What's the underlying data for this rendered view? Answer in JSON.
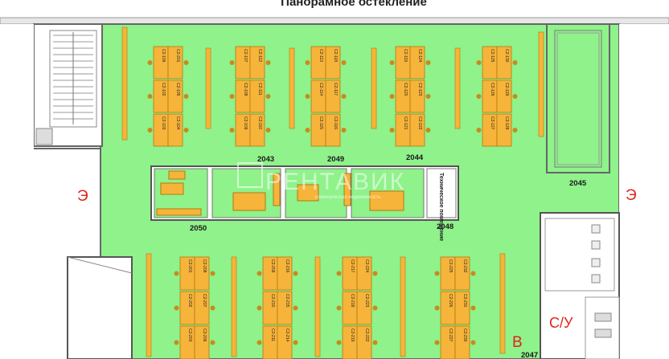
{
  "header_text": "Панорамное остекление",
  "zone_labels": {
    "exit_left": "Э",
    "exit_right": "Э",
    "entrance": "В",
    "wc": "С/У",
    "tech_room": "Техническое помещение"
  },
  "room_numbers": [
    "2043",
    "2049",
    "2044",
    "2045",
    "2050",
    "2048",
    "2047"
  ],
  "watermark": "РЕНТАВИК",
  "watermark_sub": "коммерческая недвижимость",
  "colors": {
    "floor": "#8ff28b",
    "desk": "#f7b43a",
    "wall": "#6b6b6b",
    "text_red": "#e0241b"
  },
  "upper_desk_labels": [
    [
      "С2-106",
      "С2-201",
      "С2-102",
      "С2-105",
      "С2-103",
      "С2-104"
    ],
    [
      "С2-107",
      "С2-112",
      "С2-108",
      "С2-111",
      "С2-109",
      "С2-110"
    ],
    [
      "С2-113",
      "С2-118",
      "С2-114",
      "С2-117",
      "С2-115",
      "С2-116"
    ],
    [
      "С2-119",
      "С2-124",
      "С2-120",
      "С2-123",
      "С2-121",
      "С2-122"
    ],
    [
      "С2-125",
      "С2-130",
      "С2-126",
      "С2-129",
      "С2-127",
      "С2-128"
    ]
  ],
  "lower_desk_labels": [
    [
      "С2-201",
      "С2-208",
      "С2-202",
      "С2-207",
      "С2-203",
      "С2-206"
    ],
    [
      "С2-209",
      "С2-216",
      "С2-210",
      "С2-215",
      "С2-211",
      "С2-214"
    ],
    [
      "С2-217",
      "С2-224",
      "С2-218",
      "С2-223",
      "С2-219",
      "С2-222"
    ],
    [
      "С2-225",
      "С2-232",
      "С2-226",
      "С2-231",
      "С2-227",
      "С2-230"
    ]
  ]
}
